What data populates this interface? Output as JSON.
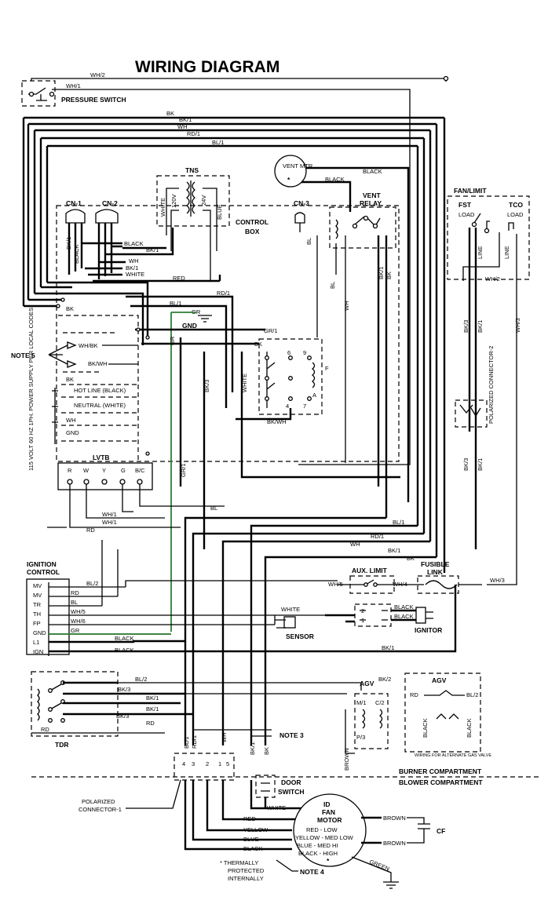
{
  "title": "WIRING DIAGRAM",
  "components": {
    "pressure_switch": "PRESSURE SWITCH",
    "tns": "TNS",
    "tns_primary": "120V",
    "tns_secondary": "24V",
    "tns_white": "WHITE",
    "tns_blue": "BLUE",
    "control_box": "CONTROL BOX",
    "cn1": "CN-1",
    "cn2": "CN-2",
    "cn3": "CN-3",
    "vent_motor": "VENT MTR",
    "vent_relay": "VENT RELAY",
    "fan_limit": "FAN/LIMIT",
    "fst": "FST",
    "tco": "TCO",
    "load": "LOAD",
    "line": "LINE",
    "polarized_connector_2": "POLARIZED CONNECTOR-2",
    "gnd": "GND",
    "note5": "NOTE 5",
    "hot_line": "HOT LINE (BLACK)",
    "neutral": "NEUTRAL (WHITE)",
    "power_supply": "115 VOLT 60 HZ 1PH. POWER SUPPLY PER LOCAL CODES",
    "lvtb": "LVTB",
    "lvtb_terminals": [
      "R",
      "W",
      "Y",
      "G",
      "B/C"
    ],
    "ignition_control": "IGNITION CONTROL",
    "ign_terminals": [
      "MV",
      "MV",
      "TR",
      "TH",
      "FP",
      "GND",
      "L1",
      "IGN"
    ],
    "aux_limit": "AUX. LIMIT",
    "fusible_link": "FUSIBLE LINK",
    "sensor": "SENSOR",
    "ignitor": "IGNITOR",
    "tdr": "TDR",
    "agv": "AGV",
    "agv_terms": [
      "M/1",
      "C/2",
      "P/3"
    ],
    "alt_gas_valve": "WIRING FOR ALTERNATE GAS VALVE",
    "note3": "NOTE 3",
    "note4": "NOTE 4",
    "burner_compartment": "BURNER COMPARTMENT",
    "blower_compartment": "BLOWER COMPARTMENT",
    "door_switch": "DOOR SWITCH",
    "polarized_connector_1": "POLARIZED CONNECTOR-1",
    "id_fan_motor": "ID FAN MOTOR",
    "motor_speeds": [
      "RED - LOW",
      "YELLOW - MED LOW",
      "BLUE - MED HI",
      "BLACK - HIGH"
    ],
    "cf": "CF",
    "thermally_protected": "* THERMALLY PROTECTED INTERNALLY",
    "green": "GREEN"
  },
  "wire_labels": {
    "wh1": "WH/1",
    "wh2": "WH/2",
    "wh3": "WH/3",
    "wh4": "WH/4",
    "wh5": "WH/5",
    "wh6": "WH/6",
    "bk": "BK",
    "bk1": "BK/1",
    "bk2": "BK/2",
    "bk3": "BK/3",
    "bkwh": "BK/WH",
    "whbk": "WH/BK",
    "rd": "RD",
    "rd1": "RD/1",
    "bl": "BL",
    "bl1": "BL/1",
    "bl2": "BL/2",
    "gr": "GR",
    "gr1": "GR/1",
    "wh": "WH",
    "black": "BLACK",
    "white": "WHITE",
    "red": "RED",
    "yellow": "YELLOW",
    "blue": "BLUE",
    "brown": "BROWN"
  },
  "colors": {
    "ground_wire": "#2e7d32"
  }
}
